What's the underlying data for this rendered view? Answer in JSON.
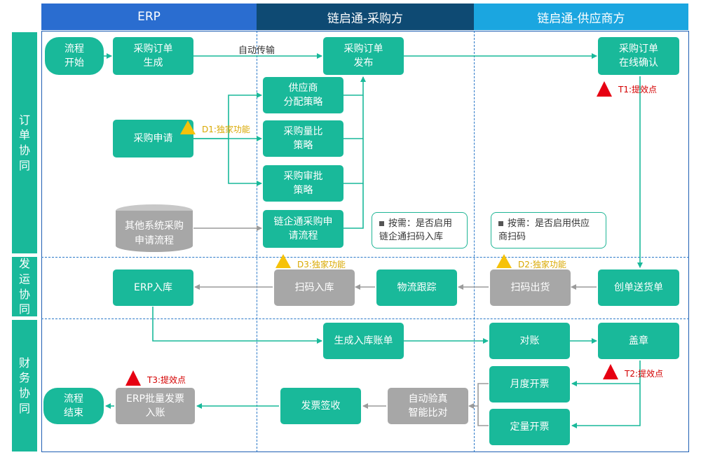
{
  "headers": {
    "erp": "ERP",
    "buyer": "链启通-采购方",
    "supplier": "链启通-供应商方",
    "colors": {
      "erp": "#2a6dd0",
      "buyer": "#0e4a73",
      "supplier": "#1ba6e0"
    }
  },
  "lanes": {
    "order": "订单协同",
    "shipping": "发运协同",
    "finance": "财务协同"
  },
  "nodes": {
    "start": "流程\n开始",
    "po_create": "采购订单\n生成",
    "po_publish": "采购订单\n发布",
    "po_confirm": "采购订单\n在线确认",
    "requisition": "采购申请",
    "supplier_alloc": "供应商\n分配策略",
    "qty_compare": "采购量比\n策略",
    "approval": "采购审批\n策略",
    "other_system": "其他系统采购\n申请流程",
    "lqt_requisition": "链企通采购申\n请流程",
    "erp_inbound": "ERP入库",
    "scan_inbound": "扫码入库",
    "logistics": "物流跟踪",
    "scan_ship": "扫码出货",
    "create_delivery": "创单送货单",
    "inbound_bill": "生成入库账单",
    "reconcile": "对账",
    "stamp": "盖章",
    "monthly_invoice": "月度开票",
    "fixed_invoice": "定量开票",
    "auto_verify": "自动验真\n智能比对",
    "invoice_receipt": "发票签收",
    "erp_batch_invoice": "ERP批量发票\n入账",
    "end": "流程\n结束"
  },
  "annotations": {
    "auto_transfer": "自动传输",
    "d1": "D1:独家功能",
    "d2": "D2:独家功能",
    "d3": "D3:独家功能",
    "t1": "T1:提效点",
    "t2": "T2:提效点",
    "t3": "T3:提效点",
    "callout_buyer": "按需：是否启用\n链企通扫码入库",
    "callout_supplier": "按需：是否启用供应\n商扫码"
  },
  "colors": {
    "teal": "#19b99a",
    "gray": "#a7a7a7",
    "warning": "#f6c20a",
    "alert": "#e60012"
  }
}
